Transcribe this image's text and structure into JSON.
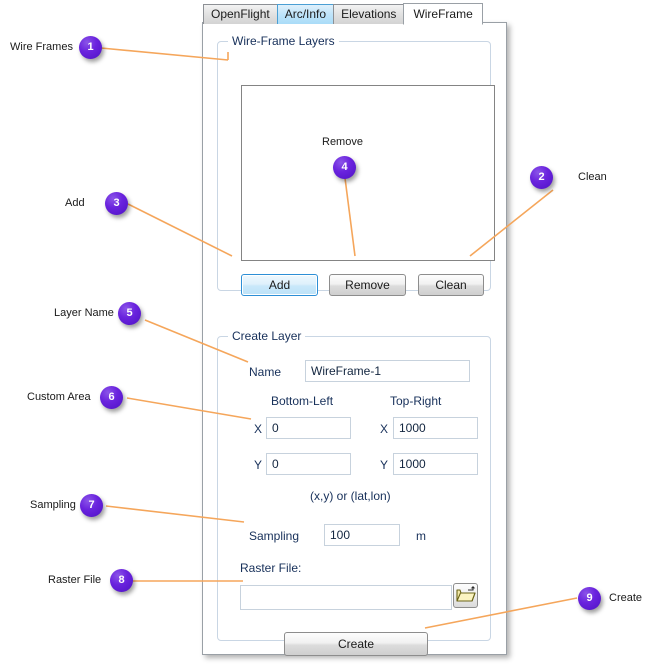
{
  "tabs": [
    {
      "label": "OpenFlight",
      "state": "normal"
    },
    {
      "label": "Arc/Info",
      "state": "highlight"
    },
    {
      "label": "Elevations",
      "state": "normal"
    },
    {
      "label": "WireFrame",
      "state": "active"
    }
  ],
  "wireframe_layers": {
    "group_title": "Wire-Frame Layers",
    "list_items": [],
    "buttons": {
      "add": "Add",
      "remove": "Remove",
      "clean": "Clean"
    }
  },
  "create_layer": {
    "group_title": "Create Layer",
    "name_label": "Name",
    "name_value": "WireFrame-1",
    "bottom_left_label": "Bottom-Left",
    "top_right_label": "Top-Right",
    "bl_x_label": "X",
    "bl_x_value": "0",
    "bl_y_label": "Y",
    "bl_y_value": "0",
    "tr_x_label": "X",
    "tr_x_value": "1000",
    "tr_y_label": "Y",
    "tr_y_value": "1000",
    "coord_hint": "(x,y) or (lat,lon)",
    "sampling_label": "Sampling",
    "sampling_value": "100",
    "sampling_unit": "m",
    "raster_file_label": "Raster File:",
    "raster_file_value": "",
    "browse_icon": "open-folder-icon",
    "create_button": "Create"
  },
  "annotations": {
    "accent_color": "#f5a65b",
    "badge_color": "#5b19d8",
    "items": [
      {
        "number": "1",
        "label": "Wire Frames",
        "side": "left"
      },
      {
        "number": "2",
        "label": "Clean",
        "side": "right"
      },
      {
        "number": "3",
        "label": "Add",
        "side": "left"
      },
      {
        "number": "4",
        "label": "Remove",
        "side": "inline"
      },
      {
        "number": "5",
        "label": "Layer Name",
        "side": "left"
      },
      {
        "number": "6",
        "label": "Custom Area",
        "side": "left"
      },
      {
        "number": "7",
        "label": "Sampling",
        "side": "left"
      },
      {
        "number": "8",
        "label": "Raster File",
        "side": "left"
      },
      {
        "number": "9",
        "label": "Create",
        "side": "right"
      }
    ]
  }
}
